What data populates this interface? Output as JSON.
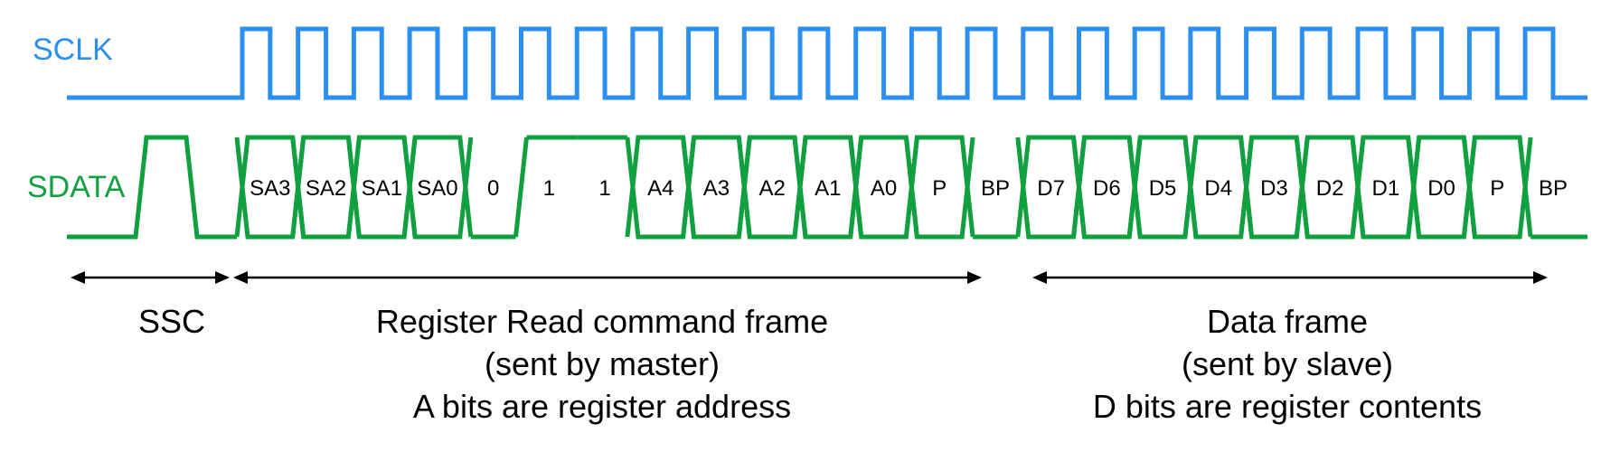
{
  "colors": {
    "sclk": "#2b8ff0",
    "sdata": "#10a040",
    "annotation": "#000000"
  },
  "signals": {
    "sclk_label": "SCLK",
    "sdata_label": "SDATA"
  },
  "sdata_bits": [
    {
      "label": "SA3",
      "level": "data"
    },
    {
      "label": "SA2",
      "level": "data"
    },
    {
      "label": "SA1",
      "level": "data"
    },
    {
      "label": "SA0",
      "level": "data"
    },
    {
      "label": "0",
      "level": "low"
    },
    {
      "label": "1",
      "level": "high"
    },
    {
      "label": "1",
      "level": "high"
    },
    {
      "label": "A4",
      "level": "data"
    },
    {
      "label": "A3",
      "level": "data"
    },
    {
      "label": "A2",
      "level": "data"
    },
    {
      "label": "A1",
      "level": "data"
    },
    {
      "label": "A0",
      "level": "data"
    },
    {
      "label": "P",
      "level": "data"
    },
    {
      "label": "BP",
      "level": "low"
    },
    {
      "label": "D7",
      "level": "data"
    },
    {
      "label": "D6",
      "level": "data"
    },
    {
      "label": "D5",
      "level": "data"
    },
    {
      "label": "D4",
      "level": "data"
    },
    {
      "label": "D3",
      "level": "data"
    },
    {
      "label": "D2",
      "level": "data"
    },
    {
      "label": "D1",
      "level": "data"
    },
    {
      "label": "D0",
      "level": "data"
    },
    {
      "label": "P",
      "level": "data"
    },
    {
      "label": "BP",
      "level": "low"
    }
  ],
  "frames": [
    {
      "name": "ssc",
      "lines": [
        "SSC"
      ]
    },
    {
      "name": "command-frame",
      "lines": [
        "Register Read command frame",
        "(sent by master)",
        "A bits are register address"
      ]
    },
    {
      "name": "data-frame",
      "lines": [
        "Data frame",
        "(sent by slave)",
        "D bits are register contents"
      ]
    }
  ]
}
